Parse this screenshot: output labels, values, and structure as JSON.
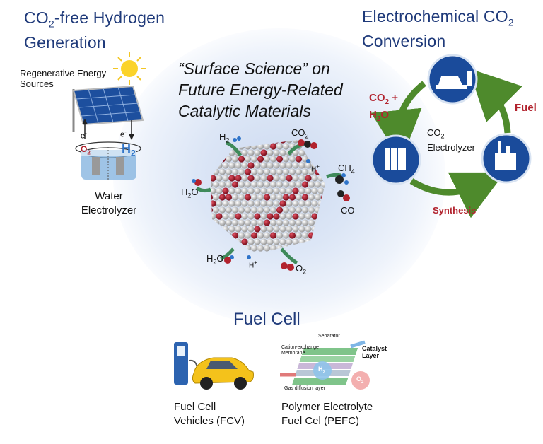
{
  "sections": {
    "hydrogen": {
      "title_line1_pre": "CO",
      "title_line1_sub": "2",
      "title_line1_post": "-free Hydrogen",
      "title_line2": "Generation",
      "sources_line1": "Regenerative Energy",
      "sources_line2": "Sources",
      "electrolyzer_line1": "Water",
      "electrolyzer_line2": "Electrolyzer",
      "electron_left": "e",
      "electron_right": "e",
      "electron_sup": "-",
      "oxygen": "O",
      "hydrogen": "H",
      "sub2": "2"
    },
    "co2_conversion": {
      "title_line1_pre": "Electrochemical CO",
      "title_line1_sub": "2",
      "title_line2": "Conversion",
      "co2_label": "CO",
      "co2_plus": " +",
      "h2o_label_pre": "H",
      "h2o_label_post": "O",
      "sub2": "2",
      "fuel_label": "Fuel",
      "synthesis_label": "Synthesis",
      "electrolyzer_line1_pre": "CO",
      "electrolyzer_line1_sub": "2",
      "electrolyzer_line2": "Electrolyzer"
    },
    "center": {
      "title_line1": "“Surface Science” on",
      "title_line2": "Future Energy-Related",
      "title_line3": "Catalytic Materials",
      "mol_h2": "H",
      "mol_co2": "CO",
      "mol_hplus_top": "H",
      "mol_ch4": "CH",
      "mol_ch4_sub": "4",
      "mol_h2o_left": "H",
      "mol_co": "CO",
      "mol_h2o_bottom": "H",
      "mol_hplus_bottom": "H",
      "mol_o2": "O",
      "sub2": "2",
      "sup_plus": "+",
      "o_letter": "O"
    },
    "fuel_cell": {
      "title": "Fuel Cell",
      "fcv_line1": "Fuel Cell",
      "fcv_line2": "Vehicles (FCV)",
      "pefc_line1": "Polymer Electrolyte",
      "pefc_line2": "Fuel Cel (PEFC)",
      "separator": "Separator",
      "cation_line1": "Cation-exchange",
      "cation_line2": "Membrane",
      "catalyst_line1": "Catalyst",
      "catalyst_line2": "Layer",
      "gdl": "Gas diffusion layer",
      "h2": "H",
      "o2": "O",
      "sub2": "2"
    }
  },
  "colors": {
    "heading_blue": "#1f3a7a",
    "accent_red": "#b2232e",
    "arrow_green": "#4e8a2c",
    "icon_blue": "#1a4b9b",
    "atom_red": "#a3172a",
    "atom_gray": "#d0d0d0"
  }
}
